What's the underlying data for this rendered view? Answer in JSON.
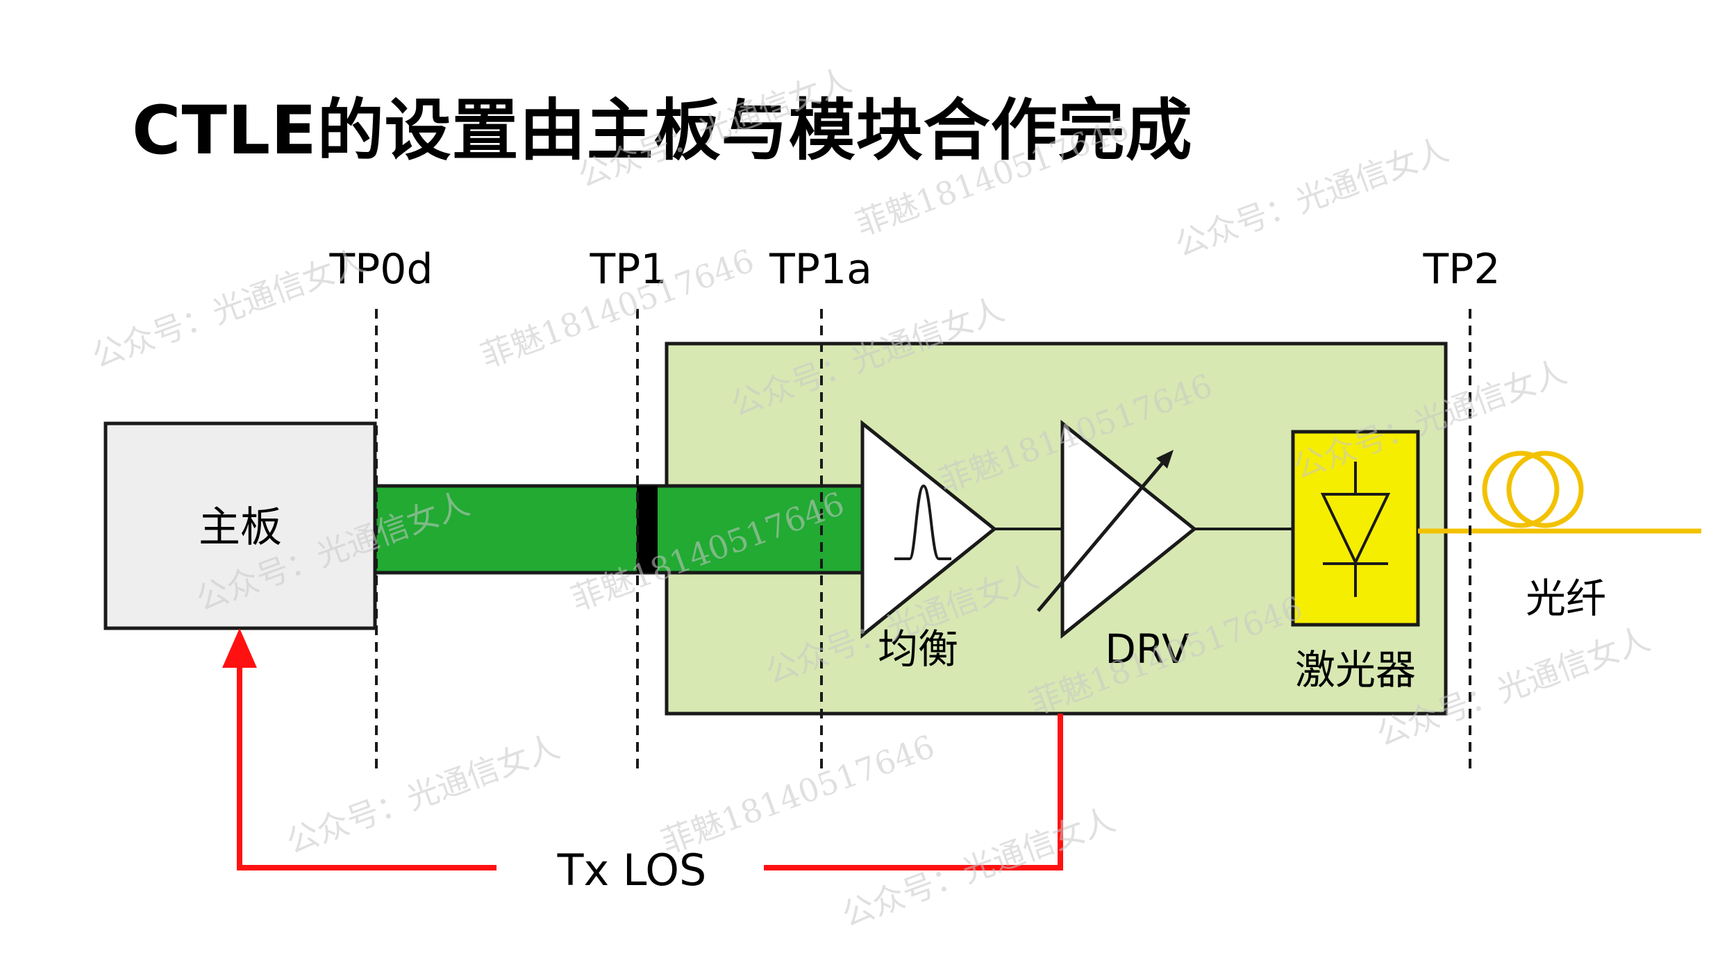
{
  "title": "CTLE的设置由主板与模块合作完成",
  "test_points": {
    "tp0d": "TP0d",
    "tp1": "TP1",
    "tp1a": "TP1a",
    "tp2": "TP2"
  },
  "blocks": {
    "mainboard": "主板",
    "equalizer": "均衡",
    "driver": "DRV",
    "laser": "激光器",
    "fiber": "光纤"
  },
  "signal": {
    "tx_los": "Tx LOS"
  },
  "watermarks": {
    "account": "公众号：光通信女人",
    "contact": "菲魅18140517646"
  },
  "colors": {
    "trace_green": "#22AA33",
    "module_fill": "#D7E8B2",
    "mainboard_fill": "#EEEEEE",
    "laser_fill": "#F5EE00",
    "fiber": "#F2C200",
    "los_red": "#FF1111"
  }
}
